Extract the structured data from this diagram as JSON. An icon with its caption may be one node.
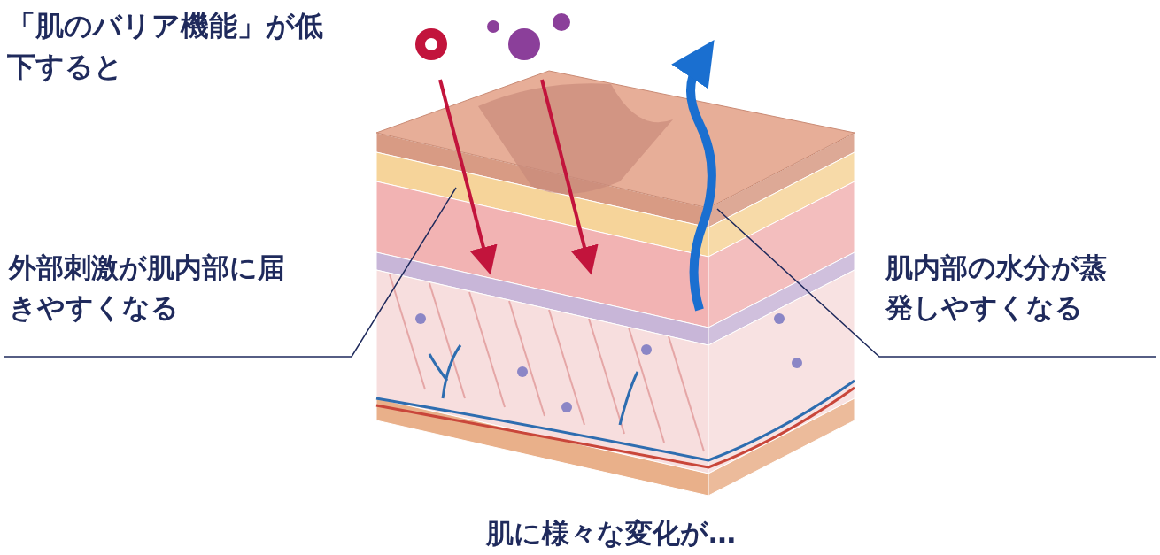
{
  "diagram": {
    "title": "「肌のバリア機能」が低下すると",
    "caption": "肌に様々な変化が…",
    "nodes": [
      {
        "text": [
          "外部刺激が肌内部に届きやすくなる"
        ]
      },
      {
        "text": [
          "肌内部の水分が蒸発しやすくなる"
        ]
      },
      {
        "text": [],
        "shape": "picture"
      }
    ],
    "edges": [
      {
        "from": 0,
        "to": 2,
        "arrow": "none"
      },
      {
        "from": 1,
        "to": 2,
        "arrow": "none"
      }
    ]
  }
}
